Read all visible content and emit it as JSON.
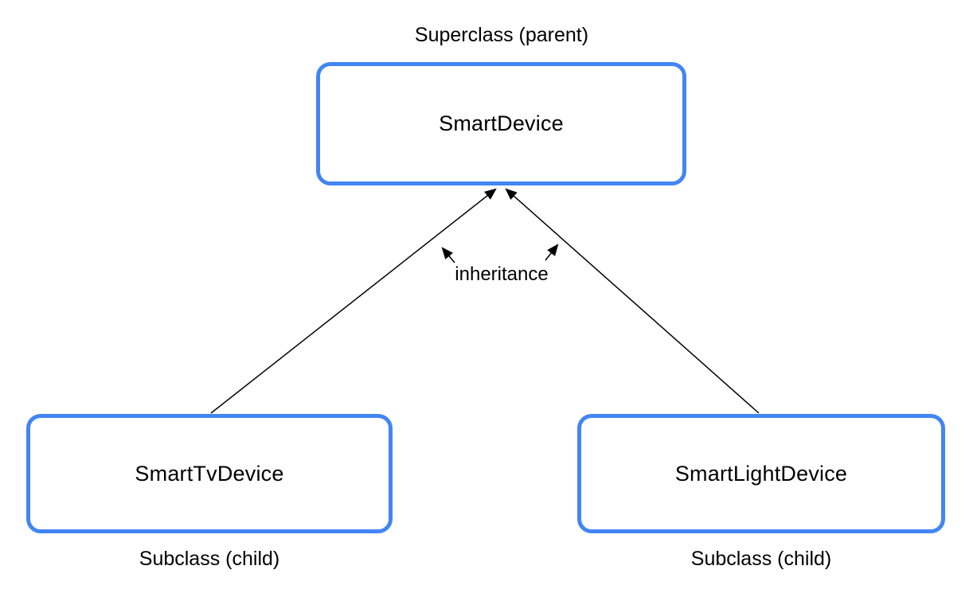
{
  "diagram": {
    "superclass": {
      "label": "Superclass (parent)",
      "name": "SmartDevice"
    },
    "subclasses": [
      {
        "name": "SmartTvDevice",
        "label": "Subclass (child)"
      },
      {
        "name": "SmartLightDevice",
        "label": "Subclass (child)"
      }
    ],
    "relationship_label": "inheritance",
    "colors": {
      "box_border": "#4285F4",
      "arrow": "#000000",
      "text": "#000000",
      "background": "#FFFFFF"
    }
  }
}
